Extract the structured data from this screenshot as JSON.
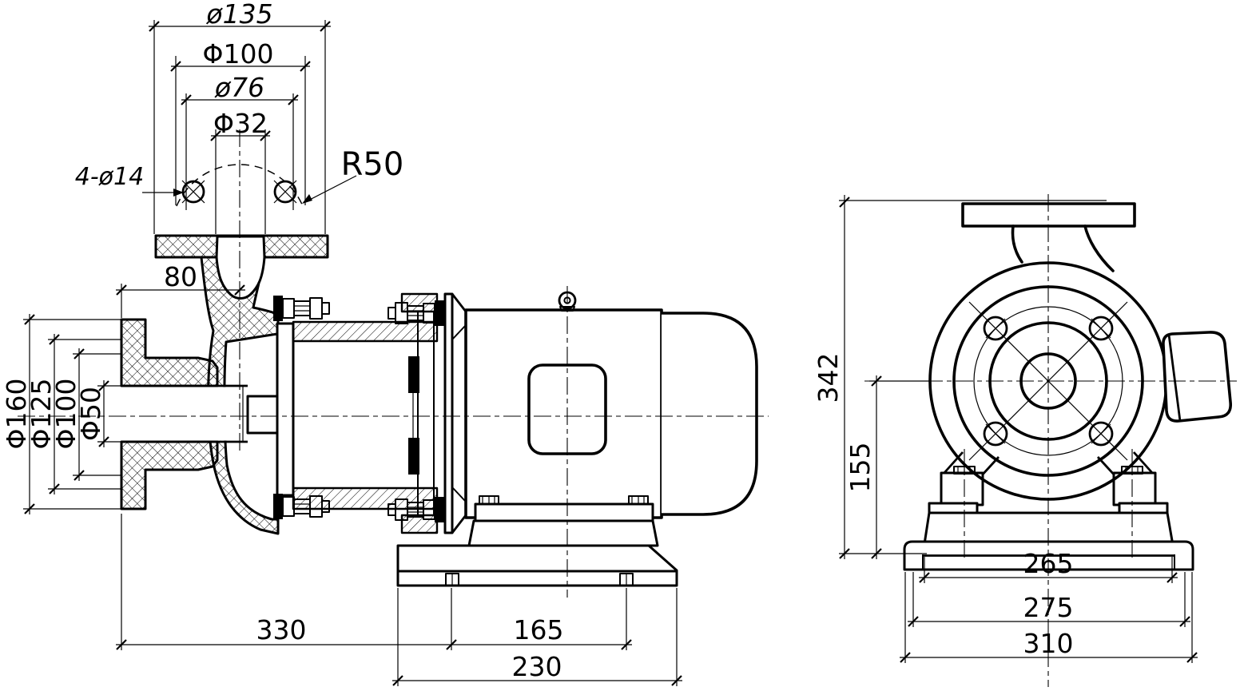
{
  "drawing": {
    "background": "#ffffff",
    "line_color": "#000000",
    "section_view": {
      "outlet_dims": {
        "flange_od": "ø135",
        "bolt_circle": "Φ100",
        "raised_face": "ø76",
        "bore": "Φ32"
      },
      "callouts": {
        "fillet_radius": "R50",
        "bolt_holes": "4-ø14",
        "outlet_offset": "80"
      },
      "inlet_dims": {
        "flange_od": "Φ160",
        "bolt_circle": "Φ125",
        "raised_face": "Φ100",
        "bore": "Φ50"
      },
      "length_dims": {
        "inlet_to_anchor": "330",
        "anchor_spacing": "165",
        "base_length": "230"
      }
    },
    "front_view": {
      "height_dims": {
        "overall_height": "342",
        "shaft_center_height": "155"
      },
      "width_dims": {
        "anchor_spacing": "265",
        "pedestal_width": "275",
        "base_width": "310"
      }
    }
  }
}
